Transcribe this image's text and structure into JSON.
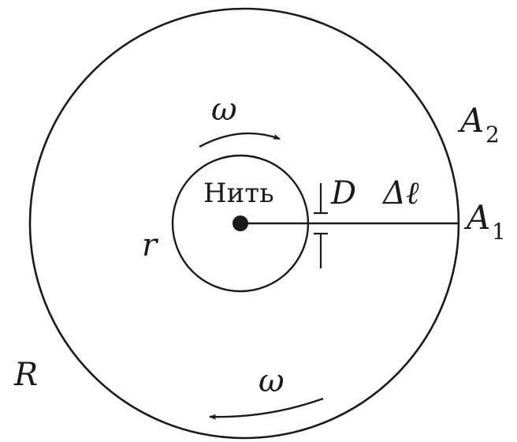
{
  "labels": {
    "omega_top": "ω",
    "omega_bottom": "ω",
    "thread": "Нить",
    "D": "D",
    "delta_l": "Δℓ",
    "A2_base": "A",
    "A2_sub": "2",
    "A1_base": "A",
    "A1_sub": "1",
    "r": "r",
    "R": "R"
  },
  "colors": {
    "ink": "#1a1a1a",
    "background": "#ffffff"
  }
}
